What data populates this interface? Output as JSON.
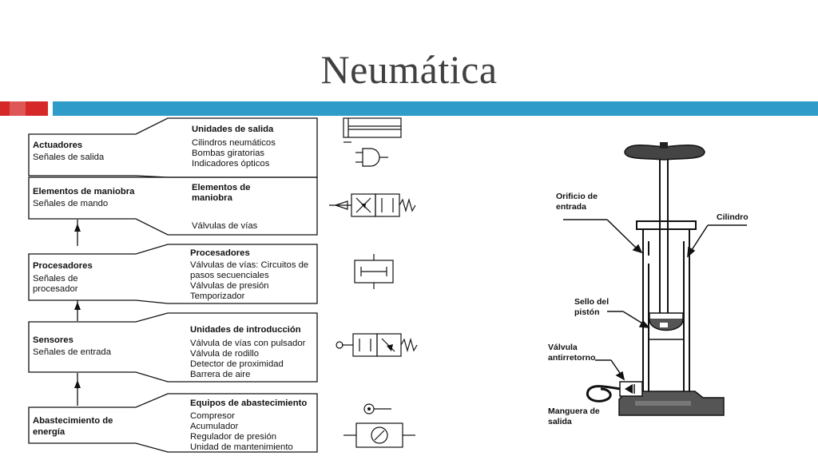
{
  "slide": {
    "title": "Neumática"
  },
  "diagram": {
    "levels": [
      {
        "left_title": "Actuadores",
        "left_sub": [
          "Señales de salida"
        ],
        "right_title": [
          "Unidades de salida"
        ],
        "right_items": [
          "Cilindros neumáticos",
          "Bombas giratorias",
          "Indicadores ópticos"
        ]
      },
      {
        "left_title": "Elementos de maniobra",
        "left_sub": [
          "Señales de mando"
        ],
        "right_title": [
          "Elementos de",
          "maniobra"
        ],
        "right_items": [
          "Válvulas de vías"
        ]
      },
      {
        "left_title": "Procesadores",
        "left_sub": [
          "Señales de",
          "procesador"
        ],
        "right_title": [
          "Procesadores"
        ],
        "right_items": [
          "Válvulas de vías: Circuitos de",
          "pasos secuenciales",
          "Válvulas de presión",
          "Temporizador"
        ]
      },
      {
        "left_title": "Sensores",
        "left_sub": [
          "Señales de entrada"
        ],
        "right_title": [
          "Unidades de introducción"
        ],
        "right_items": [
          "Válvula de vías con pulsador",
          "Válvula de rodillo",
          "Detector de proximidad",
          "Barrera de aire"
        ]
      },
      {
        "left_title": "Abastecimiento de",
        "left_sub": [
          "energía"
        ],
        "right_title": [
          "Equipos de abastecimiento"
        ],
        "right_items": [
          "Compresor",
          "Acumulador",
          "Regulador de presión",
          "Unidad de mantenimiento"
        ]
      }
    ]
  },
  "pump": {
    "labels": {
      "inlet": [
        "Orificio de",
        "entrada"
      ],
      "cylinder": "Cilindro",
      "piston_seal": [
        "Sello del",
        "pistón"
      ],
      "check_valve": [
        "Válvula",
        "antirretorno"
      ],
      "outlet_hose": [
        "Manguera de",
        "salida"
      ]
    }
  }
}
